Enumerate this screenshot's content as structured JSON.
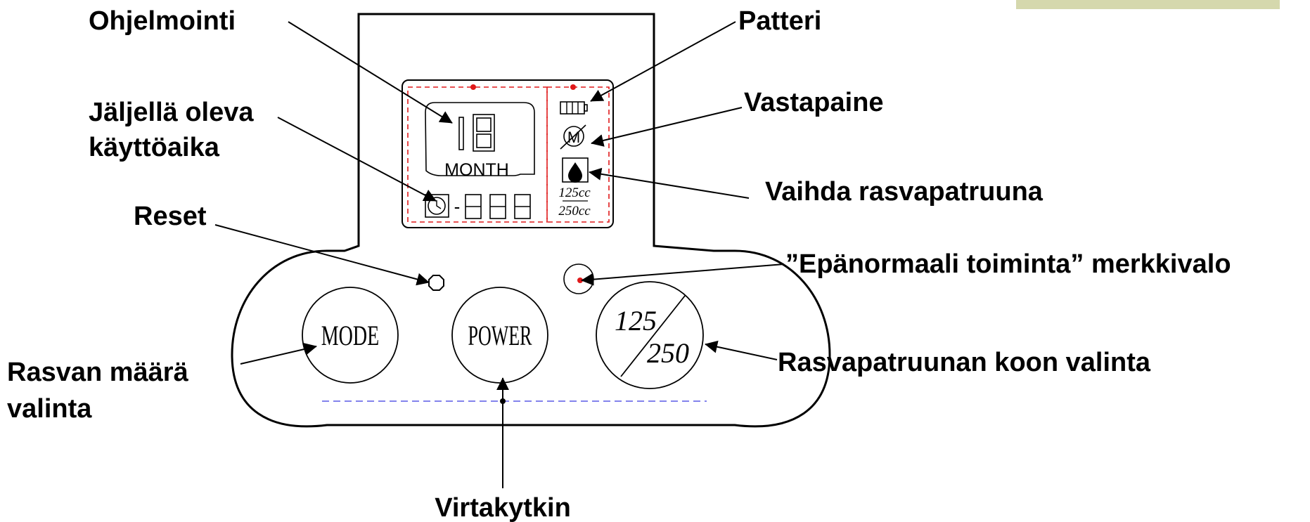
{
  "labels": {
    "ohjelmointi": "Ohjelmointi",
    "patteri": "Patteri",
    "jaljella_line1": "Jäljellä oleva",
    "jaljella_line2": "käyttöaika",
    "vastapaine": "Vastapaine",
    "vaihda": "Vaihda rasvapatruuna",
    "reset": "Reset",
    "epanormaali": "”Epänormaali toiminta” merkkivalo",
    "rasvan_line1": "Rasvan määrä",
    "rasvan_line2": "valinta",
    "koon_valinta": "Rasvapatruunan koon valinta",
    "virtakytkin": "Virtakytkin"
  },
  "display": {
    "month_label": "MONTH",
    "dash": "-",
    "cartridge_125": "125cc",
    "cartridge_250": "250cc"
  },
  "buttons": {
    "mode": "MODE",
    "power": "POWER",
    "size_top": "125",
    "size_bottom": "250"
  },
  "colors": {
    "indicator_red": "#e0191a",
    "lcd_border_red": "#e0191a",
    "guide_blue": "#5a5ae6",
    "corner_panel": "#d5d8ad"
  }
}
